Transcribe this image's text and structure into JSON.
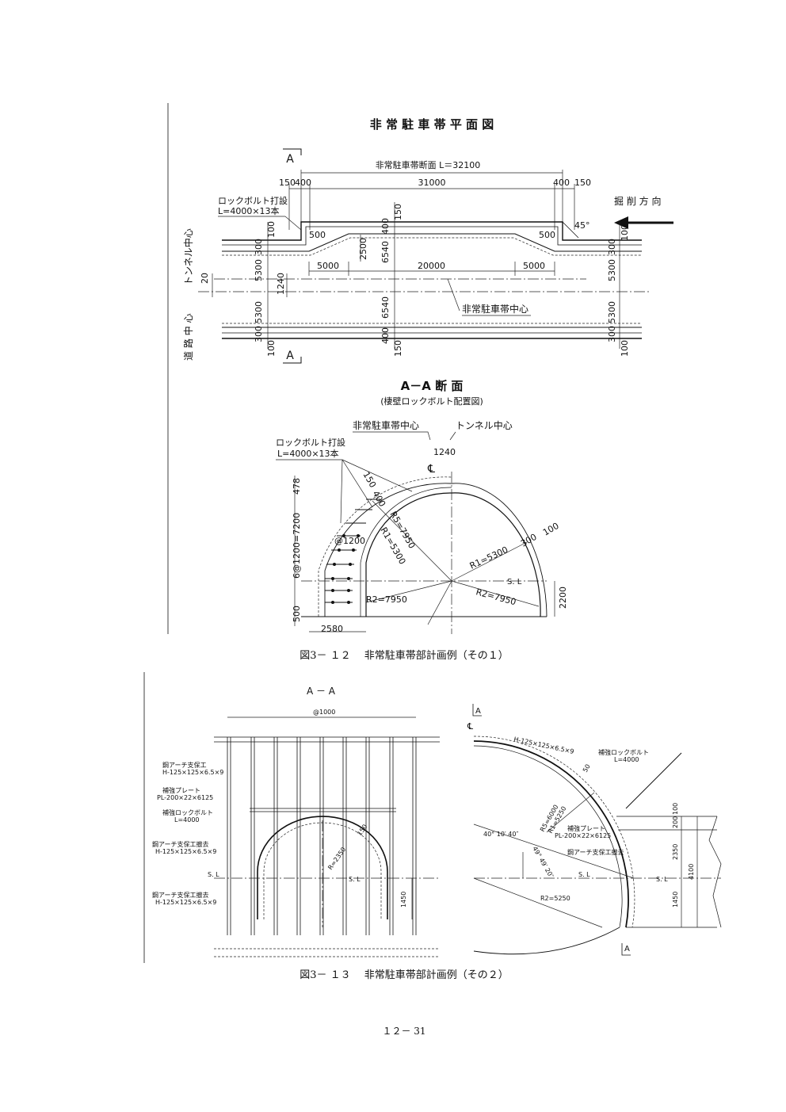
{
  "fig1": {
    "plan_title": "非 常 駐 車 帯 平 面 図",
    "section_mark": "A",
    "section_length": "非常駐車帯断面 L＝32100",
    "dims_top": [
      "150",
      "400",
      "31000",
      "400",
      "150"
    ],
    "rockbolt_label_1": "ロックボルト打設",
    "rockbolt_label_2": "L=4000×13本",
    "excavation_direction": "掘 削 方 向",
    "angle_45": "45°",
    "dim_500": "500",
    "dim_100": "100",
    "dim_300": "300",
    "dim_150": "150",
    "dim_400": "400",
    "dim_2500": "2500",
    "dim_6540": "6540",
    "dim_5000": "5000",
    "dim_20000": "20000",
    "dim_5300": "5300",
    "dim_1240": "1240",
    "dim_20": "20",
    "tunnel_center_label": "トンネル中心",
    "road_center_label": "道 路 中 心",
    "parking_center_label": "非常駐車帯中心",
    "aa_title": "A－A 断 面",
    "aa_subtitle": "(棲壁ロックボルト配置図)",
    "r5": "R5=7950",
    "r1_left": "R1=5300",
    "r1_right": "R1=5300",
    "r2_left": "R2=7950",
    "r2_right": "R2=7950",
    "pitch_1200": "@1200",
    "pitch_total": "6@1200=7200",
    "dim_478": "478",
    "dim_2200": "2200",
    "dim_2580": "2580",
    "sl": "S. L",
    "cl_mark": "℄",
    "caption": "図3－ １２　 非常駐車帯部計画例（その１）"
  },
  "fig2": {
    "aa_label": "A － A",
    "pitch_1000": "@1000",
    "steel_arch_1": "鋼アーチ支保工",
    "steel_arch_1_spec": "H-125×125×6.5×9",
    "reinforce_plate": "補強プレート",
    "reinforce_plate_spec": "PL-200×22×6125",
    "reinforce_bolt": "補強ロックボルト",
    "reinforce_bolt_spec": "L=4000",
    "arch_removal": "鋼アーチ支保工撤去",
    "arch_removal_spec": "H-125×125×6.5×9",
    "arch_removal_2": "鋼アーチ支保工撤去",
    "arch_removal_2_spec": "H-125×125×6.5×9",
    "sl": "S. L",
    "r2350": "R=2350",
    "dim_150": "150",
    "dim_1450": "1450",
    "section_mark": "A",
    "right_arch_spec": "H-125×125×6.5×9",
    "right_bolt": "補強ロックボルト",
    "right_bolt_spec": "L=4000",
    "dim_50": "50",
    "r5_6000": "R5=6000",
    "r1_5250": "R1=5250",
    "right_plate": "補強プレート",
    "right_plate_spec": "PL-200×22×6125",
    "right_removal": "鋼アーチ支保工撤去",
    "angle1": "40° 10′ 40″",
    "angle2": "49° 49′ 20″",
    "r2_5250": "R2=5250",
    "dim_100": "100",
    "dim_200": "200",
    "dim_2350": "2350",
    "dim_4100": "4100",
    "dim_1450r": "1450",
    "caption": "図3－ １３　 非常駐車帯部計画例（その２）"
  },
  "page_number": "１２－ 31"
}
